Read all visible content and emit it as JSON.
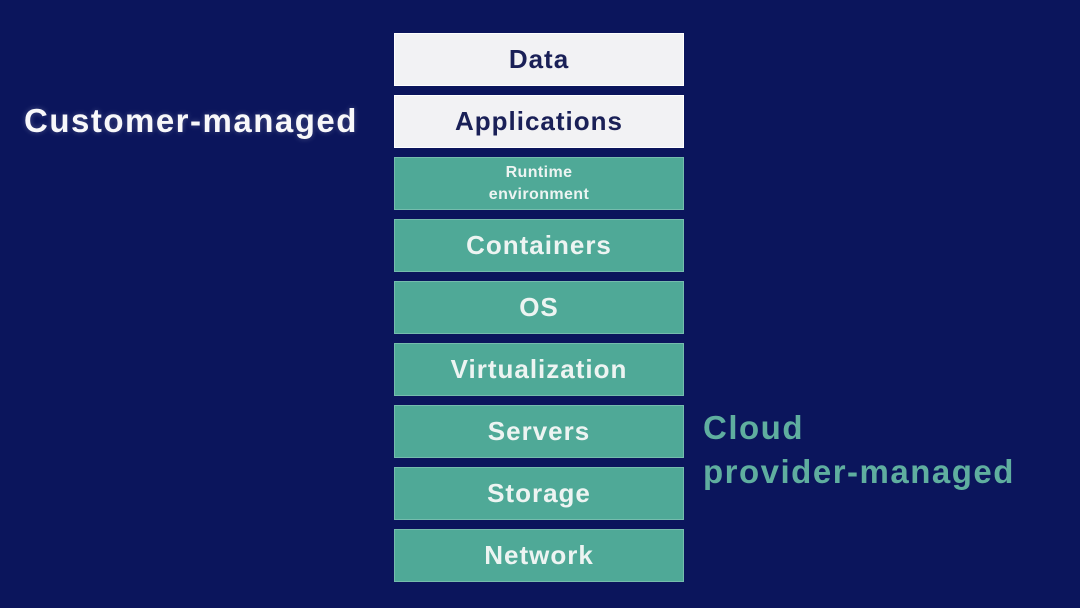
{
  "colors": {
    "background": "#0b155c",
    "customer_box_bg": "#f2f2f4",
    "customer_box_text": "#1a2057",
    "provider_box_bg": "#4fa997",
    "provider_box_text": "#edf4f2",
    "customer_label_color": "#f8f8fa",
    "provider_label_color": "#5fae9f"
  },
  "side_labels": {
    "customer": "Customer-managed",
    "provider_line1": "Cloud",
    "provider_line2": "provider-managed"
  },
  "stack": {
    "layers": [
      {
        "label": "Data",
        "managed_by": "customer"
      },
      {
        "label": "Applications",
        "managed_by": "customer"
      },
      {
        "label": "Runtime environment",
        "managed_by": "provider"
      },
      {
        "label": "Containers",
        "managed_by": "provider"
      },
      {
        "label": "OS",
        "managed_by": "provider"
      },
      {
        "label": "Virtualization",
        "managed_by": "provider"
      },
      {
        "label": "Servers",
        "managed_by": "provider"
      },
      {
        "label": "Storage",
        "managed_by": "provider"
      },
      {
        "label": "Network",
        "managed_by": "provider"
      }
    ]
  }
}
